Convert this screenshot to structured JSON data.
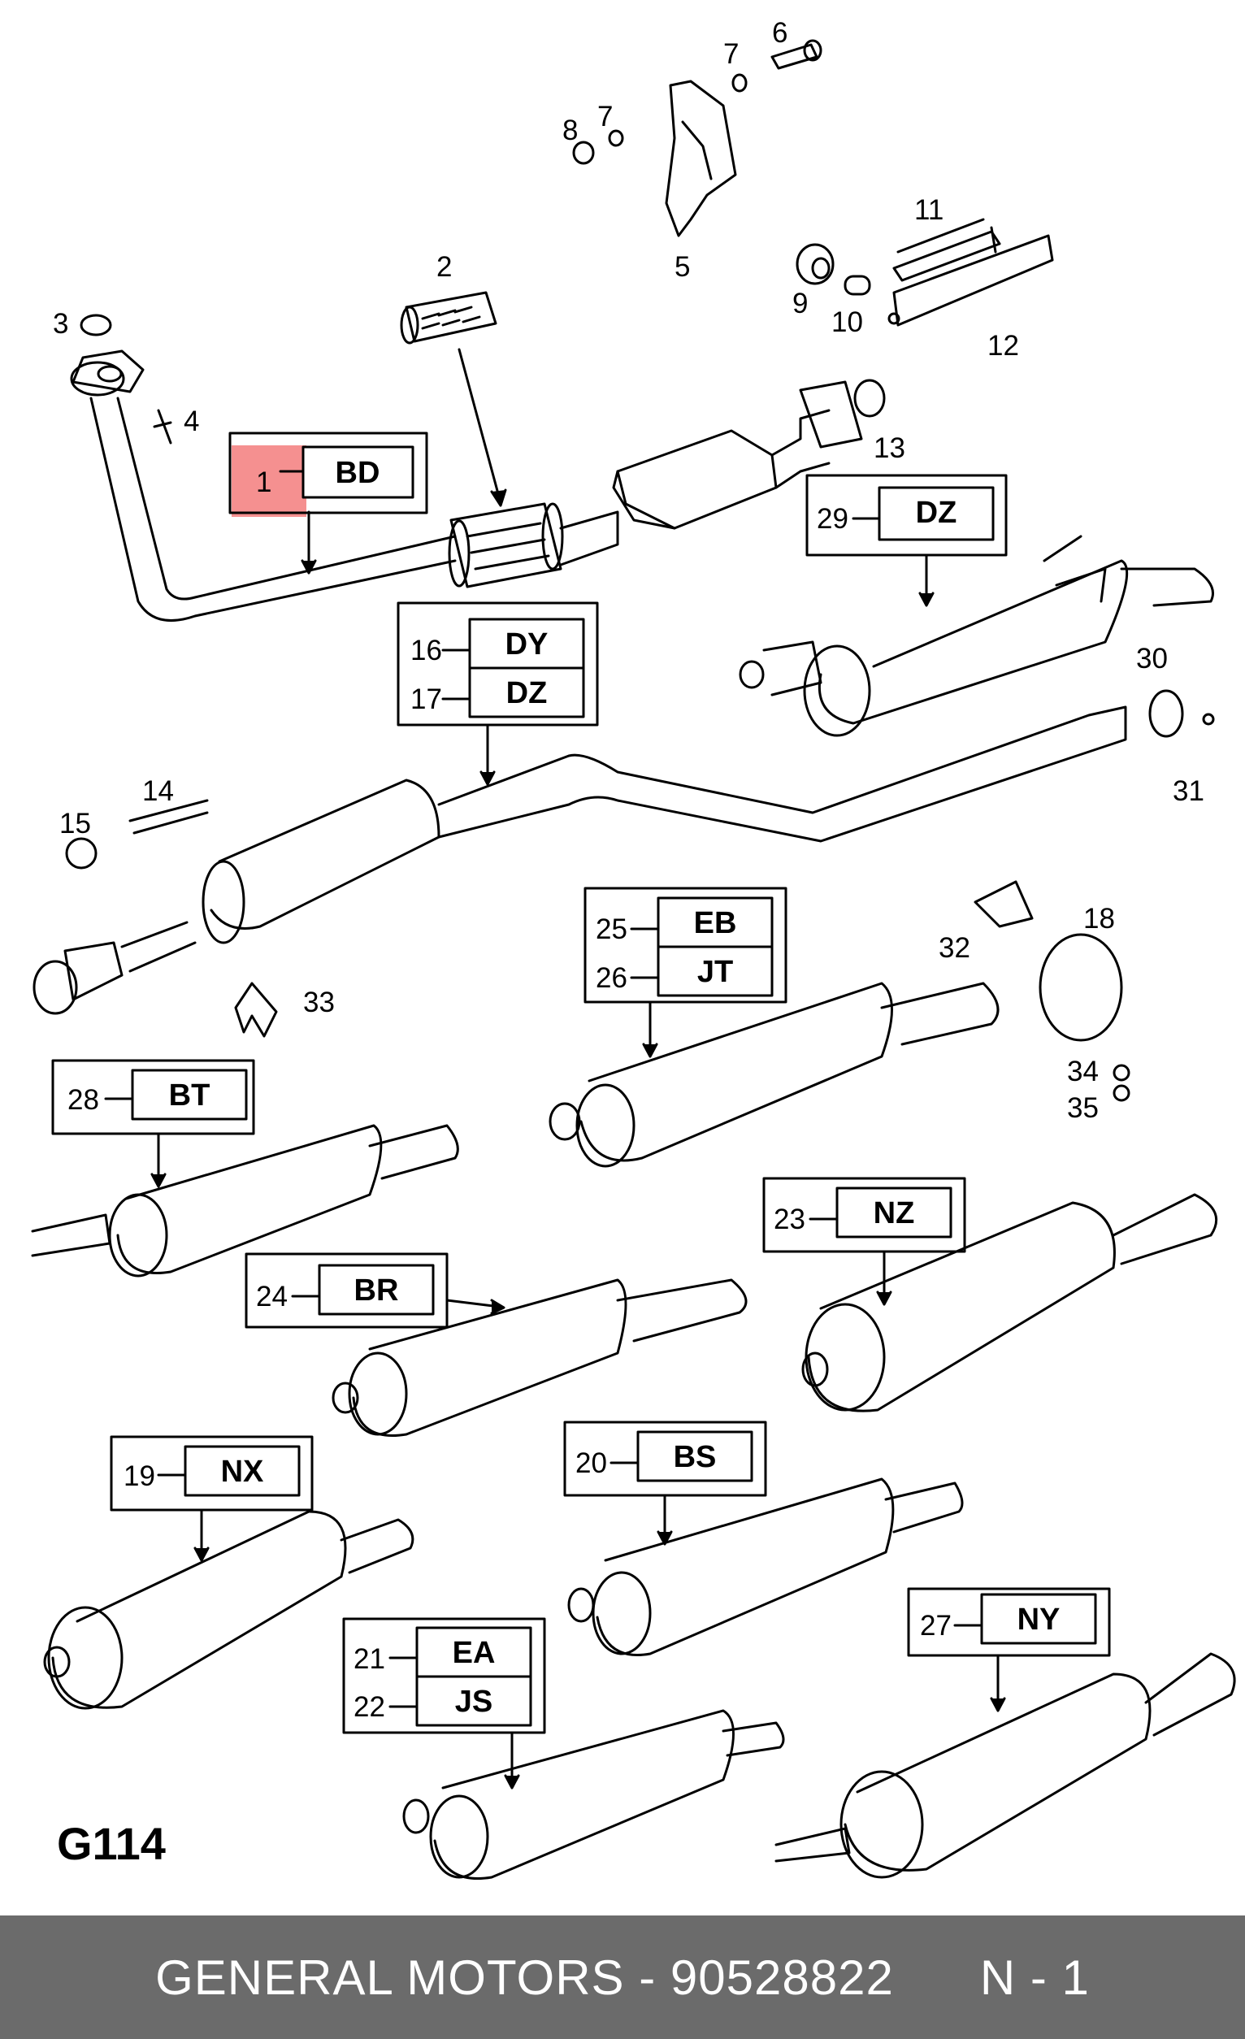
{
  "diagram_code": "G114",
  "footer": {
    "brand": "GENERAL MOTORS",
    "separator": " - ",
    "part_number": "90528822",
    "ref": "N - 1"
  },
  "highlight_color": "#f26b6b",
  "callouts": {
    "n1": "1",
    "n2": "2",
    "n3": "3",
    "n4": "4",
    "n5": "5",
    "n6": "6",
    "n7a": "7",
    "n7b": "7",
    "n8": "8",
    "n9": "9",
    "n10": "10",
    "n11": "11",
    "n12": "12",
    "n13": "13",
    "n14": "14",
    "n15": "15",
    "n16": "16",
    "n17": "17",
    "n18": "18",
    "n19": "19",
    "n20": "20",
    "n21": "21",
    "n22": "22",
    "n23": "23",
    "n24": "24",
    "n25": "25",
    "n26": "26",
    "n27": "27",
    "n28": "28",
    "n29": "29",
    "n30": "30",
    "n31": "31",
    "n32": "32",
    "n33": "33",
    "n34": "34",
    "n35": "35"
  },
  "codes": {
    "c1": "BD",
    "c16": "DY",
    "c17": "DZ",
    "c29": "DZ",
    "c25": "EB",
    "c26": "JT",
    "c28": "BT",
    "c23": "NZ",
    "c24": "BR",
    "c19": "NX",
    "c20": "BS",
    "c21": "EA",
    "c22": "JS",
    "c27": "NY"
  }
}
